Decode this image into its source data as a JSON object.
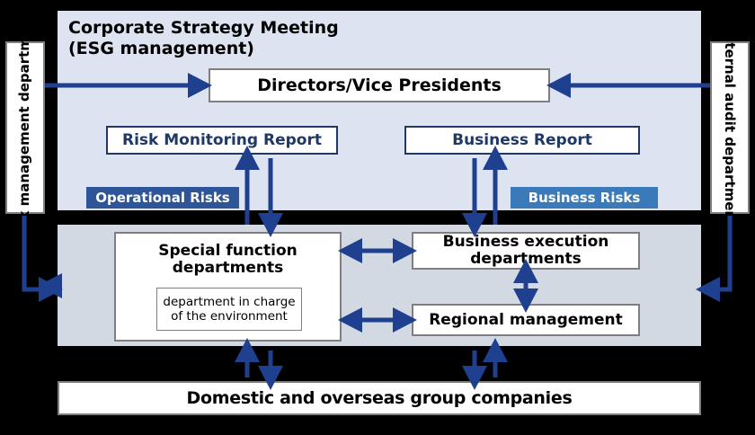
{
  "diagram": {
    "title_line1": "Corporate Strategy Meeting",
    "title_line2": "(ESG management)",
    "title": "Corporate Strategy Meeting\n(ESG management)",
    "colors": {
      "top_panel": "#dde3f0",
      "mid_panel": "#d3d9e3",
      "background": "#000000",
      "arrow": "#1f3f8f",
      "report_text": "#1f3864",
      "operational_badge": "#2e5597",
      "business_badge": "#3b7ab8",
      "box_border": "#7f7f7f",
      "box_fill": "#ffffff"
    }
  },
  "side_labels": {
    "left": "Risk management department",
    "right": "Internal audit department"
  },
  "top_section": {
    "directors": "Directors/Vice Presidents",
    "risk_report": "Risk Monitoring Report",
    "business_report": "Business Report"
  },
  "risk_badges": {
    "operational": "Operational Risks",
    "business": "Business Risks"
  },
  "mid_section": {
    "special_functions": "Special function\ndepartments",
    "special_functions_line1": "Special function",
    "special_functions_line2": "departments",
    "environment_dept": "department in charge\nof the environment",
    "environment_dept_line1": "department in charge",
    "environment_dept_line2": "of the environment",
    "business_execution": "Business execution\ndepartments",
    "business_execution_line1": "Business execution",
    "business_execution_line2": "departments",
    "regional_management": "Regional management"
  },
  "bottom_section": {
    "group_companies": "Domestic and overseas group companies"
  }
}
